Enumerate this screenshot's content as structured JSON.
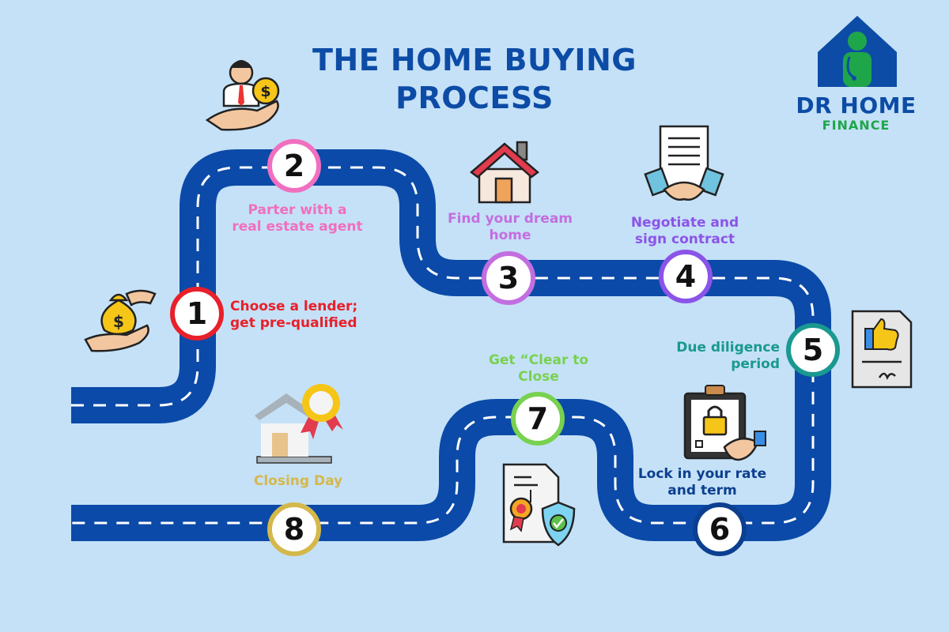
{
  "title_line1": "THE HOME BUYING",
  "title_line2": "PROCESS",
  "logo": {
    "name": "DR HOME",
    "sub": "FINANCE",
    "color_primary": "#0c4ca6",
    "color_secondary": "#1fa64a"
  },
  "colors": {
    "background": "#c5e1f7",
    "road": "#0b4aa8",
    "road_dash": "#ffffff"
  },
  "steps": [
    {
      "number": "1",
      "line1": "Choose a lender;",
      "line2": "get pre-qualified",
      "color": "#e8202a",
      "icon": "money-bag-hand-icon"
    },
    {
      "number": "2",
      "line1": "Parter with a",
      "line2": "real estate agent",
      "color": "#f06fbf",
      "icon": "agent-with-coin-icon"
    },
    {
      "number": "3",
      "line1": "Find your dream",
      "line2": "home",
      "color": "#c36ee0",
      "icon": "house-icon"
    },
    {
      "number": "4",
      "line1": "Negotiate and",
      "line2": "sign contract",
      "color": "#8b54e8",
      "icon": "contract-handshake-icon"
    },
    {
      "number": "5",
      "line1": "Due diligence",
      "line2": "period",
      "color": "#19998f",
      "icon": "approval-document-icon"
    },
    {
      "number": "6",
      "line1": "Lock in your rate",
      "line2": "and term",
      "color": "#0c3f8f",
      "icon": "locked-clipboard-handshake-icon"
    },
    {
      "number": "7",
      "line1": "Get “Clear to",
      "line2": "Close",
      "color": "#78d150",
      "icon": "certificate-shield-icon"
    },
    {
      "number": "8",
      "line1": "Closing Day",
      "line2": "",
      "color": "#d4b84a",
      "icon": "house-award-icon"
    }
  ]
}
